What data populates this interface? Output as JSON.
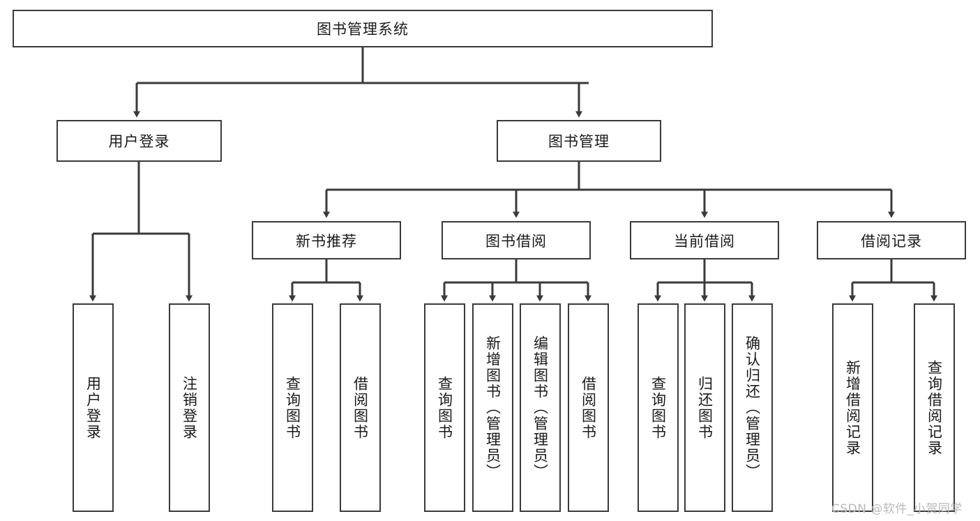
{
  "diagram": {
    "type": "hierarchy-tree",
    "title": "图书管理系统",
    "watermark": "CSDN @软件_小贺同学",
    "colors": {
      "box_border": "#3a3a3a",
      "box_fill": "#ffffff",
      "connector": "#3a3a3a",
      "text": "#1a1a1a",
      "watermark": "#b9b9b9",
      "background": "#ffffff"
    },
    "nodes": {
      "root": {
        "label": "图书管理系统",
        "level": 1,
        "orientation": "horizontal"
      },
      "l2_user_login": {
        "label": "用户登录",
        "level": 2,
        "orientation": "horizontal"
      },
      "l2_book_manage": {
        "label": "图书管理",
        "level": 2,
        "orientation": "horizontal"
      },
      "l3_new_book_rec": {
        "label": "新书推荐",
        "level": 3,
        "orientation": "horizontal"
      },
      "l3_book_borrow": {
        "label": "图书借阅",
        "level": 3,
        "orientation": "horizontal"
      },
      "l3_current_borrow": {
        "label": "当前借阅",
        "level": 3,
        "orientation": "horizontal"
      },
      "l3_borrow_record": {
        "label": "借阅记录",
        "level": 3,
        "orientation": "horizontal"
      },
      "leaf_user_login": {
        "label": "用户登录",
        "level": 4,
        "orientation": "vertical"
      },
      "leaf_logout": {
        "label": "注销登录",
        "level": 4,
        "orientation": "vertical"
      },
      "leaf_query_book_1": {
        "label": "查询图书",
        "level": 4,
        "orientation": "vertical"
      },
      "leaf_borrow_book_1": {
        "label": "借阅图书",
        "level": 4,
        "orientation": "vertical"
      },
      "leaf_query_book_2": {
        "label": "查询图书",
        "level": 4,
        "orientation": "vertical"
      },
      "leaf_add_book": {
        "label": "新增图书（管理员）",
        "level": 4,
        "orientation": "vertical"
      },
      "leaf_edit_book": {
        "label": "编辑图书（管理员）",
        "level": 4,
        "orientation": "vertical"
      },
      "leaf_borrow_book_2": {
        "label": "借阅图书",
        "level": 4,
        "orientation": "vertical"
      },
      "leaf_query_book_3": {
        "label": "查询图书",
        "level": 4,
        "orientation": "vertical"
      },
      "leaf_return_book": {
        "label": "归还图书",
        "level": 4,
        "orientation": "vertical"
      },
      "leaf_confirm_return": {
        "label": "确认归还（管理员）",
        "level": 4,
        "orientation": "vertical"
      },
      "leaf_add_record": {
        "label": "新增借阅记录",
        "level": 4,
        "orientation": "vertical"
      },
      "leaf_query_record": {
        "label": "查询借阅记录",
        "level": 4,
        "orientation": "vertical"
      }
    },
    "edges": [
      {
        "from": "root",
        "to": "l2_user_login"
      },
      {
        "from": "root",
        "to": "l2_book_manage"
      },
      {
        "from": "l2_user_login",
        "to": "leaf_user_login"
      },
      {
        "from": "l2_user_login",
        "to": "leaf_logout"
      },
      {
        "from": "l2_book_manage",
        "to": "l3_new_book_rec"
      },
      {
        "from": "l2_book_manage",
        "to": "l3_book_borrow"
      },
      {
        "from": "l2_book_manage",
        "to": "l3_current_borrow"
      },
      {
        "from": "l2_book_manage",
        "to": "l3_borrow_record"
      },
      {
        "from": "l3_new_book_rec",
        "to": "leaf_query_book_1"
      },
      {
        "from": "l3_new_book_rec",
        "to": "leaf_borrow_book_1"
      },
      {
        "from": "l3_book_borrow",
        "to": "leaf_query_book_2"
      },
      {
        "from": "l3_book_borrow",
        "to": "leaf_add_book"
      },
      {
        "from": "l3_book_borrow",
        "to": "leaf_edit_book"
      },
      {
        "from": "l3_book_borrow",
        "to": "leaf_borrow_book_2"
      },
      {
        "from": "l3_current_borrow",
        "to": "leaf_query_book_3"
      },
      {
        "from": "l3_current_borrow",
        "to": "leaf_return_book"
      },
      {
        "from": "l3_current_borrow",
        "to": "leaf_confirm_return"
      },
      {
        "from": "l3_borrow_record",
        "to": "leaf_add_record"
      },
      {
        "from": "l3_borrow_record",
        "to": "leaf_query_record"
      }
    ]
  }
}
